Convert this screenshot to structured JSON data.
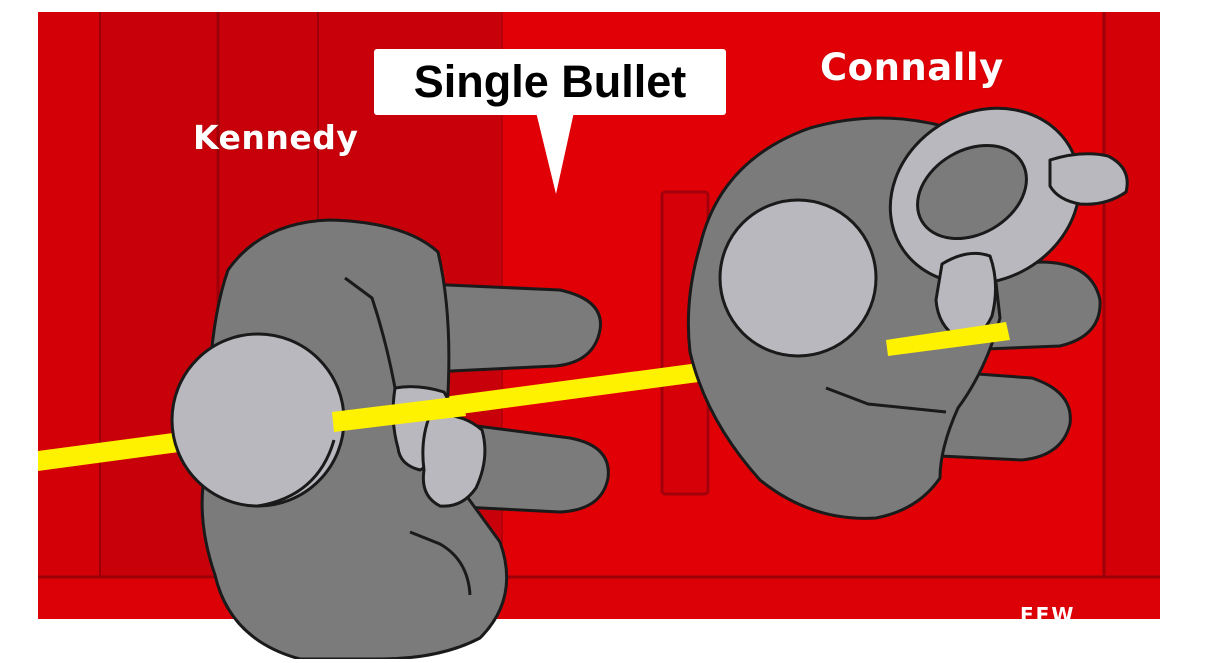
{
  "labels": {
    "kennedy": "Kennedy",
    "connally": "Connally",
    "speech_bubble": "Single Bullet",
    "signature": "FFW"
  },
  "colors": {
    "background": "#e00006",
    "body_gray": "#7b7b7b",
    "head_gray": "#b9b8be",
    "bullet_path": "#fff200",
    "outline": "#1a1a1a"
  }
}
